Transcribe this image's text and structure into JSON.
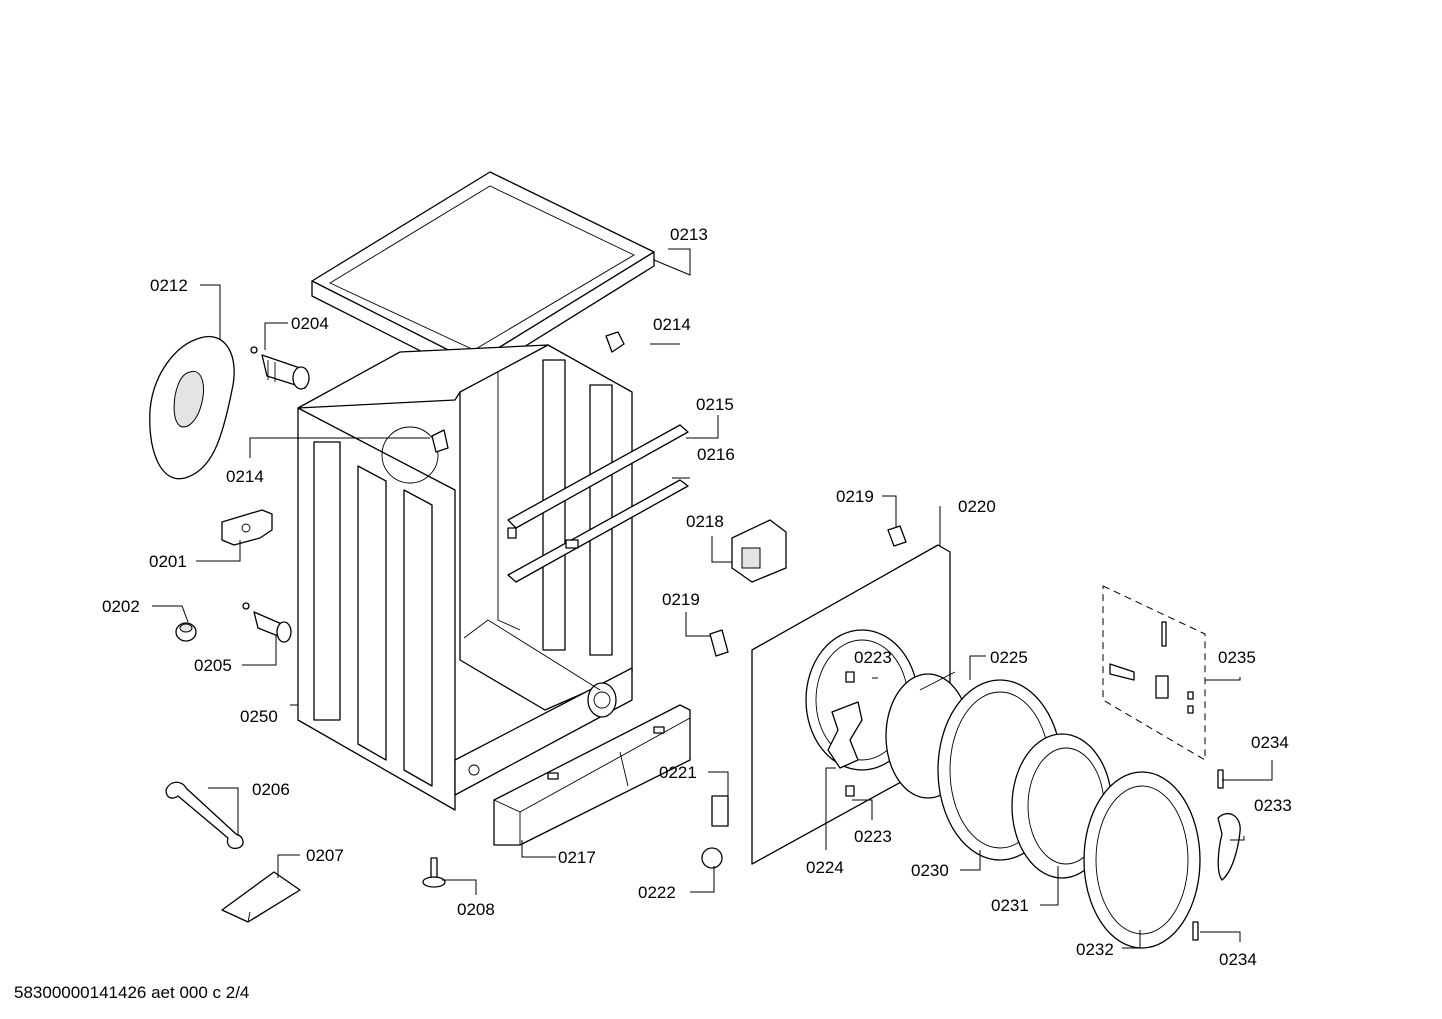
{
  "footer": "58300000141426 aet 000 c 2/4",
  "labels": {
    "p0201": "0201",
    "p0202": "0202",
    "p0204": "0204",
    "p0205": "0205",
    "p0206": "0206",
    "p0207": "0207",
    "p0208": "0208",
    "p0212": "0212",
    "p0213": "0213",
    "p0214a": "0214",
    "p0214b": "0214",
    "p0215": "0215",
    "p0216": "0216",
    "p0217": "0217",
    "p0218": "0218",
    "p0219a": "0219",
    "p0219b": "0219",
    "p0220": "0220",
    "p0221": "0221",
    "p0222": "0222",
    "p0223a": "0223",
    "p0223b": "0223",
    "p0224": "0224",
    "p0225": "0225",
    "p0230": "0230",
    "p0231": "0231",
    "p0232": "0232",
    "p0233": "0233",
    "p0234a": "0234",
    "p0234b": "0234",
    "p0235": "0235",
    "p0250": "0250"
  }
}
